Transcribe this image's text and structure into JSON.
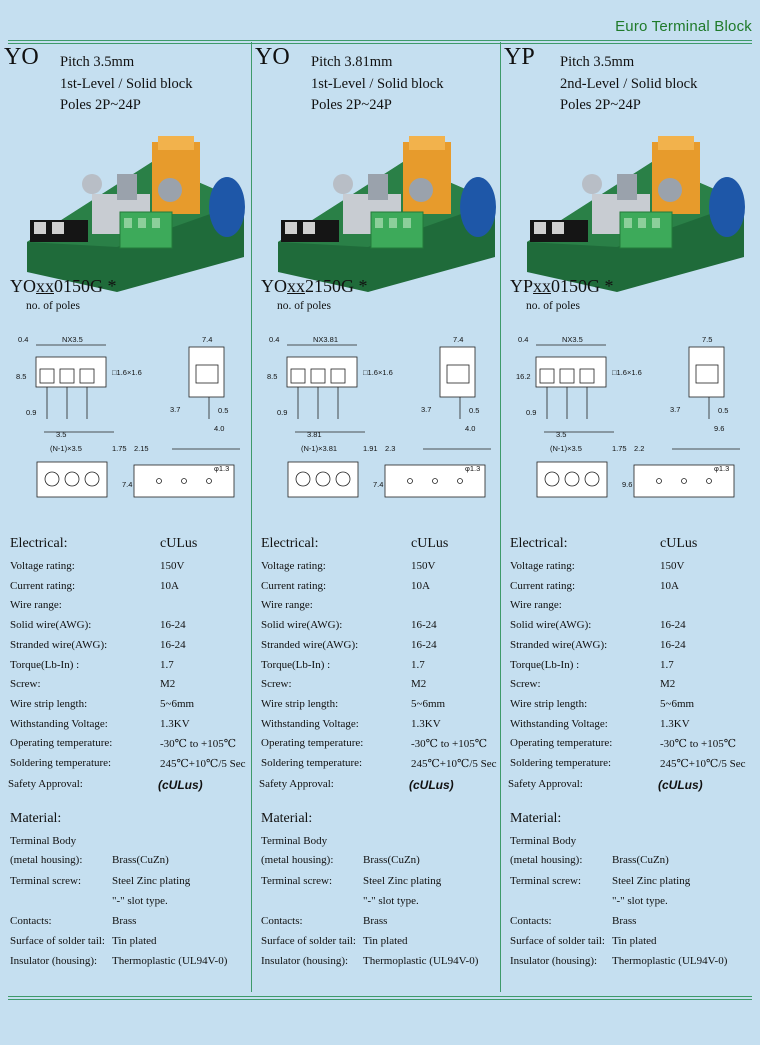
{
  "header": {
    "title": "Euro Terminal Block"
  },
  "columns": [
    {
      "series": "YO",
      "pitch": "Pitch 3.5mm",
      "level": "1st-Level / Solid block",
      "poles": "Poles 2P~24P",
      "model_prefix": "YO",
      "model_xx": "xx",
      "model_suffix": "0150G *",
      "poles_note": "no. of poles",
      "dims": {
        "nx": "NX3.5",
        "n1": "(N-1)×3.5",
        "p": "3.5",
        "side_top": "7.4",
        "a": "0.4",
        "h": "8.5",
        "b": "0.9",
        "wire": "□1.6×1.6",
        "c": "1.75",
        "d": "2.15",
        "e": "3.7",
        "f": "4.0",
        "g": "0.5",
        "w": "7.4",
        "hole": "φ1.3"
      },
      "electrical_title": "Electrical:",
      "cert": "cULus",
      "approval_mark": "(cULus)"
    },
    {
      "series": "YO",
      "pitch": "Pitch 3.81mm",
      "level": "1st-Level / Solid block",
      "poles": "Poles 2P~24P",
      "model_prefix": "YO",
      "model_xx": "xx",
      "model_suffix": "2150G *",
      "poles_note": "no. of poles",
      "dims": {
        "nx": "NX3.81",
        "n1": "(N-1)×3.81",
        "p": "3.81",
        "side_top": "7.4",
        "a": "0.4",
        "h": "8.5",
        "b": "0.9",
        "wire": "□1.6×1.6",
        "c": "1.91",
        "d": "2.3",
        "e": "3.7",
        "f": "4.0",
        "g": "0.5",
        "w": "7.4",
        "hole": "φ1.3"
      },
      "electrical_title": "Electrical:",
      "cert": "cULus",
      "approval_mark": "(cULus)"
    },
    {
      "series": "YP",
      "pitch": "Pitch 3.5mm",
      "level": "2nd-Level  / Solid block",
      "poles": "Poles 2P~24P",
      "model_prefix": "YP",
      "model_xx": "xx",
      "model_suffix": "0150G *",
      "poles_note": "no. of poles",
      "dims": {
        "nx": "NX3.5",
        "n1": "(N-1)×3.5",
        "p": "3.5",
        "side_top": "7.5",
        "a": "0.4",
        "h": "16.2",
        "b": "0.9",
        "wire": "□1.6×1.6",
        "c": "1.75",
        "d": "2.2",
        "e": "3.7",
        "f": "9.6",
        "g": "0.5",
        "w": "9.6",
        "hole": "φ1.3"
      },
      "electrical_title": "Electrical:",
      "cert": "cULus",
      "approval_mark": "(cULus)"
    }
  ],
  "specs": [
    {
      "label": "Voltage rating:",
      "value": "150V"
    },
    {
      "label": "Current rating:",
      "value": "10A"
    },
    {
      "label": "Wire range:",
      "value": ""
    },
    {
      "label": "Solid wire(AWG):",
      "value": "16-24"
    },
    {
      "label": "Stranded wire(AWG):",
      "value": "16-24"
    },
    {
      "label": " Torque(Lb-In) :",
      "value": "1.7"
    },
    {
      "label": "Screw:",
      "value": "M2"
    },
    {
      "label": "Wire strip length:",
      "value": "5~6mm"
    },
    {
      "label": "Withstanding Voltage:",
      "value": "1.3KV"
    },
    {
      "label": "Operating temperature:",
      "value": "-30℃ to +105℃"
    },
    {
      "label": "Soldering temperature:",
      "value": "245℃+10℃/5 Sec"
    }
  ],
  "safety_label": "Safety Approval:",
  "material": {
    "title": "Material:",
    "terminal_body": "Terminal Body",
    "metal_housing_label": "(metal housing):",
    "metal_housing_value": "Brass(CuZn)",
    "screw_label": "Terminal screw:",
    "screw_value": "Steel   Zinc   plating",
    "slot_value": "\"-\" slot type.",
    "contacts_label": "Contacts:",
    "contacts_value": "Brass",
    "tail_label": "Surface of solder tail:",
    "tail_value": "Tin plated",
    "insulator_label": "Insulator (housing):",
    "insulator_value": "Thermoplastic (UL94V-0)"
  },
  "colors": {
    "background": "#c5dff0",
    "rule": "#3e9a6a",
    "title": "#1f7a2a",
    "pcb": "#1f6b3a",
    "block": "#3daa5a"
  }
}
